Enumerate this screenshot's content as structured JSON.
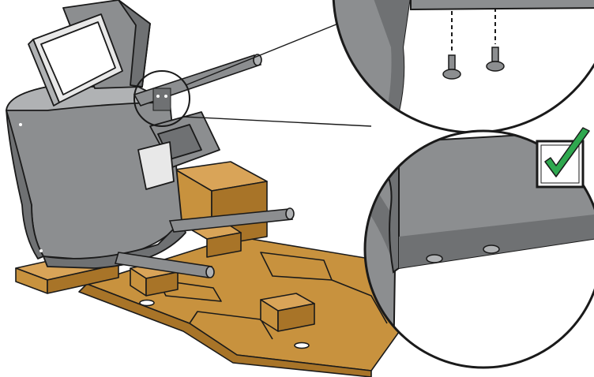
{
  "illustration": {
    "subject": "assembly-step-bolt-crossbar",
    "detail_callouts": [
      "detail-before-bolts",
      "detail-after-bolts"
    ],
    "badge_icon": "check-mark-icon"
  },
  "colors": {
    "cardboard": "#c8923e",
    "cardboard_dark": "#a87428",
    "panel_gray": "#8c8e90",
    "panel_dark": "#6f7173",
    "panel_light": "#b0b2b4",
    "outline": "#1a1a1a",
    "check_green": "#2fa84f"
  }
}
